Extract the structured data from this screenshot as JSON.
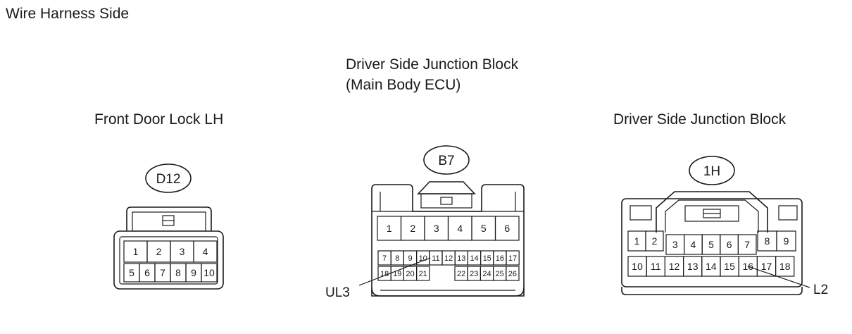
{
  "header": {
    "title": "Wire Harness Side"
  },
  "connectors": {
    "d12": {
      "name": "Front Door Lock LH",
      "code": "D12",
      "row1": [
        "1",
        "2",
        "3",
        "4"
      ],
      "row2": [
        "5",
        "6",
        "7",
        "8",
        "9",
        "10"
      ]
    },
    "b7": {
      "name_line1": "Driver Side Junction Block",
      "name_line2": "(Main Body ECU)",
      "code": "B7",
      "row1": [
        "1",
        "2",
        "3",
        "4",
        "5",
        "6"
      ],
      "row2": [
        "7",
        "8",
        "9",
        "10",
        "11",
        "12",
        "13",
        "14",
        "15",
        "16",
        "17"
      ],
      "row3_left": [
        "18",
        "19",
        "20",
        "21"
      ],
      "row3_right": [
        "22",
        "23",
        "24",
        "25",
        "26"
      ],
      "callout": "UL3"
    },
    "h1": {
      "name": "Driver Side Junction Block",
      "code": "1H",
      "row1": [
        "1",
        "2",
        "3",
        "4",
        "5",
        "6",
        "7",
        "8",
        "9"
      ],
      "row2": [
        "10",
        "11",
        "12",
        "13",
        "14",
        "15",
        "16",
        "17",
        "18"
      ],
      "callout": "L2"
    }
  }
}
